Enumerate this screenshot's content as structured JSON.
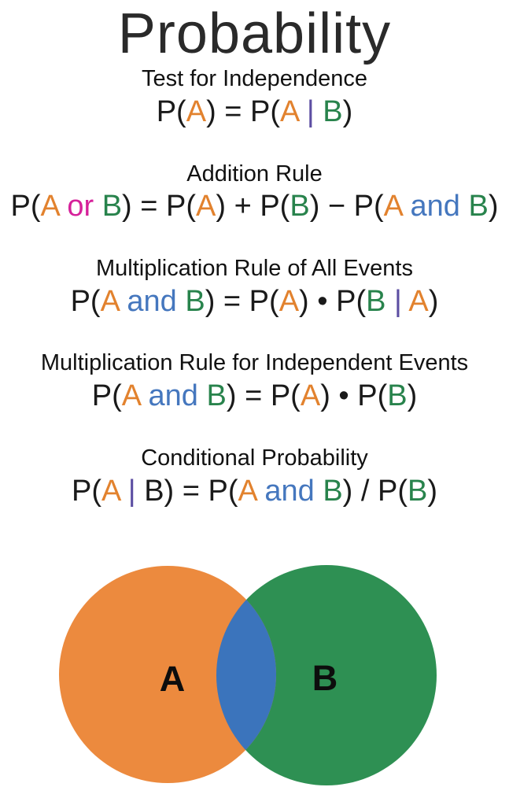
{
  "title": "Probability",
  "palette": {
    "k": "#1a1a1a",
    "o": "#e2822e",
    "g": "#28834c",
    "b": "#4577be",
    "m": "#d6219a",
    "p": "#5c4ea2"
  },
  "sections": [
    {
      "heading": "Test for Independence",
      "formula": [
        {
          "t": "P(",
          "c": "k"
        },
        {
          "t": "A",
          "c": "o"
        },
        {
          "t": ") = P(",
          "c": "k"
        },
        {
          "t": "A",
          "c": "o"
        },
        {
          "t": " ",
          "c": "k"
        },
        {
          "t": "|",
          "c": "p"
        },
        {
          "t": " ",
          "c": "k"
        },
        {
          "t": "B",
          "c": "g"
        },
        {
          "t": ")",
          "c": "k"
        }
      ]
    },
    {
      "heading": "Addition Rule",
      "formula": [
        {
          "t": "P(",
          "c": "k"
        },
        {
          "t": "A",
          "c": "o"
        },
        {
          "t": " ",
          "c": "k"
        },
        {
          "t": "or",
          "c": "m"
        },
        {
          "t": " ",
          "c": "k"
        },
        {
          "t": "B",
          "c": "g"
        },
        {
          "t": ") = P(",
          "c": "k"
        },
        {
          "t": "A",
          "c": "o"
        },
        {
          "t": ") + P(",
          "c": "k"
        },
        {
          "t": "B",
          "c": "g"
        },
        {
          "t": ") − P(",
          "c": "k"
        },
        {
          "t": "A",
          "c": "o"
        },
        {
          "t": " ",
          "c": "k"
        },
        {
          "t": "and",
          "c": "b"
        },
        {
          "t": " ",
          "c": "k"
        },
        {
          "t": "B",
          "c": "g"
        },
        {
          "t": ")",
          "c": "k"
        }
      ]
    },
    {
      "heading": "Multiplication Rule of All Events",
      "formula": [
        {
          "t": "P(",
          "c": "k"
        },
        {
          "t": "A",
          "c": "o"
        },
        {
          "t": " ",
          "c": "k"
        },
        {
          "t": "and",
          "c": "b"
        },
        {
          "t": " ",
          "c": "k"
        },
        {
          "t": "B",
          "c": "g"
        },
        {
          "t": ") = P(",
          "c": "k"
        },
        {
          "t": "A",
          "c": "o"
        },
        {
          "t": ") • P(",
          "c": "k"
        },
        {
          "t": "B",
          "c": "g"
        },
        {
          "t": " ",
          "c": "k"
        },
        {
          "t": "|",
          "c": "p"
        },
        {
          "t": " ",
          "c": "k"
        },
        {
          "t": "A",
          "c": "o"
        },
        {
          "t": ")",
          "c": "k"
        }
      ]
    },
    {
      "heading": "Multiplication Rule for Independent Events",
      "formula": [
        {
          "t": "P(",
          "c": "k"
        },
        {
          "t": "A",
          "c": "o"
        },
        {
          "t": " ",
          "c": "k"
        },
        {
          "t": "and",
          "c": "b"
        },
        {
          "t": " ",
          "c": "k"
        },
        {
          "t": "B",
          "c": "g"
        },
        {
          "t": ") = P(",
          "c": "k"
        },
        {
          "t": "A",
          "c": "o"
        },
        {
          "t": ") • P(",
          "c": "k"
        },
        {
          "t": "B",
          "c": "g"
        },
        {
          "t": ")",
          "c": "k"
        }
      ]
    },
    {
      "heading": "Conditional Probability",
      "formula": [
        {
          "t": "P(",
          "c": "k"
        },
        {
          "t": "A",
          "c": "o"
        },
        {
          "t": " ",
          "c": "k"
        },
        {
          "t": "|",
          "c": "p"
        },
        {
          "t": " B) = P(",
          "c": "k"
        },
        {
          "t": "A",
          "c": "o"
        },
        {
          "t": " ",
          "c": "k"
        },
        {
          "t": "and",
          "c": "b"
        },
        {
          "t": " ",
          "c": "k"
        },
        {
          "t": "B",
          "c": "g"
        },
        {
          "t": ") / P(",
          "c": "k"
        },
        {
          "t": "B",
          "c": "g"
        },
        {
          "t": ")",
          "c": "k"
        }
      ]
    }
  ],
  "venn": {
    "label_a": "A",
    "label_b": "B",
    "circle_a_color": "#ec8a3e",
    "circle_b_color": "#2e9053",
    "overlap_color": "#3b74bc",
    "label_color": "#0d0d0d"
  }
}
